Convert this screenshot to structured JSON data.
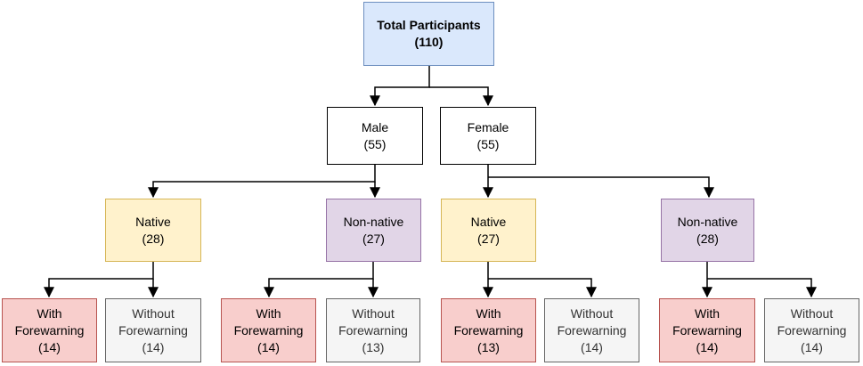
{
  "root": {
    "title": "Total Participants",
    "count": "(110)"
  },
  "male": {
    "label": "Male",
    "count": "(55)"
  },
  "female": {
    "label": "Female",
    "count": "(55)"
  },
  "male_native": {
    "label": "Native",
    "count": "(28)"
  },
  "male_nonnative": {
    "label": "Non-native",
    "count": "(27)"
  },
  "female_native": {
    "label": "Native",
    "count": "(27)"
  },
  "female_nonnative": {
    "label": "Non-native",
    "count": "(28)"
  },
  "leaves": [
    {
      "line1": "With",
      "line2": "Forewarning",
      "count": "(14)"
    },
    {
      "line1": "Without",
      "line2": "Forewarning",
      "count": "(14)"
    },
    {
      "line1": "With",
      "line2": "Forewarning",
      "count": "(14)"
    },
    {
      "line1": "Without",
      "line2": "Forewarning",
      "count": "(13)"
    },
    {
      "line1": "With",
      "line2": "Forewarning",
      "count": "(13)"
    },
    {
      "line1": "Without",
      "line2": "Forewarning",
      "count": "(14)"
    },
    {
      "line1": "With",
      "line2": "Forewarning",
      "count": "(14)"
    },
    {
      "line1": "Without",
      "line2": "Forewarning",
      "count": "(14)"
    }
  ]
}
